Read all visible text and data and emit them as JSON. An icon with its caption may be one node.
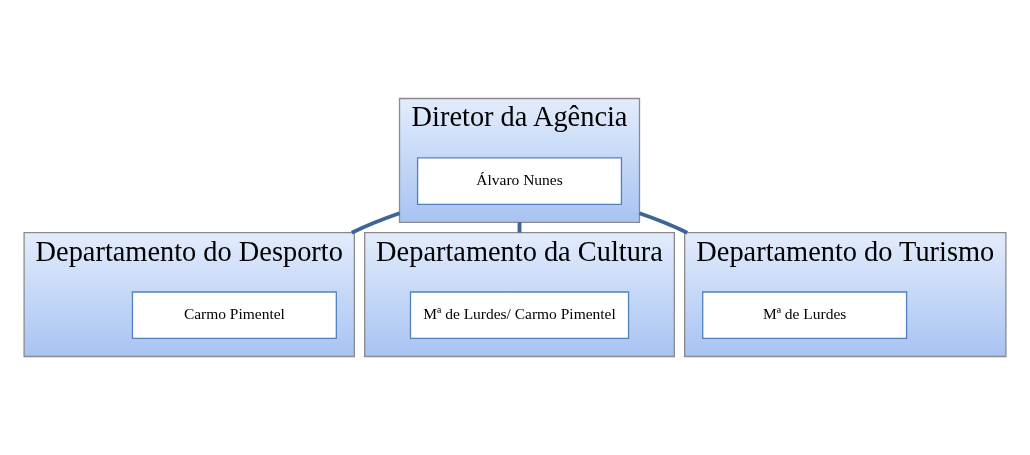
{
  "diagram": {
    "nodes": [
      {
        "text": [
          "Diretor da Agência"
        ]
      },
      {
        "text": [
          "Álvaro Nunes"
        ],
        "in": 0
      },
      {
        "text": [
          "Departamento do Desporto"
        ]
      },
      {
        "text": [
          "Carmo Pimentel"
        ],
        "in": 2
      },
      {
        "text": [
          "Departamento da Cultura"
        ]
      },
      {
        "text": [
          "Mª de Lurdes/ Carmo Pimentel"
        ],
        "in": 4
      },
      {
        "text": [
          "Departamento do Turismo"
        ]
      },
      {
        "text": [
          "Mª de Lurdes"
        ],
        "in": 6
      }
    ],
    "edges": [
      {
        "from": 0,
        "to": 2,
        "arrow": "none"
      },
      {
        "from": 0,
        "to": 4,
        "arrow": "none"
      },
      {
        "from": 0,
        "to": 6,
        "arrow": "none"
      }
    ]
  }
}
